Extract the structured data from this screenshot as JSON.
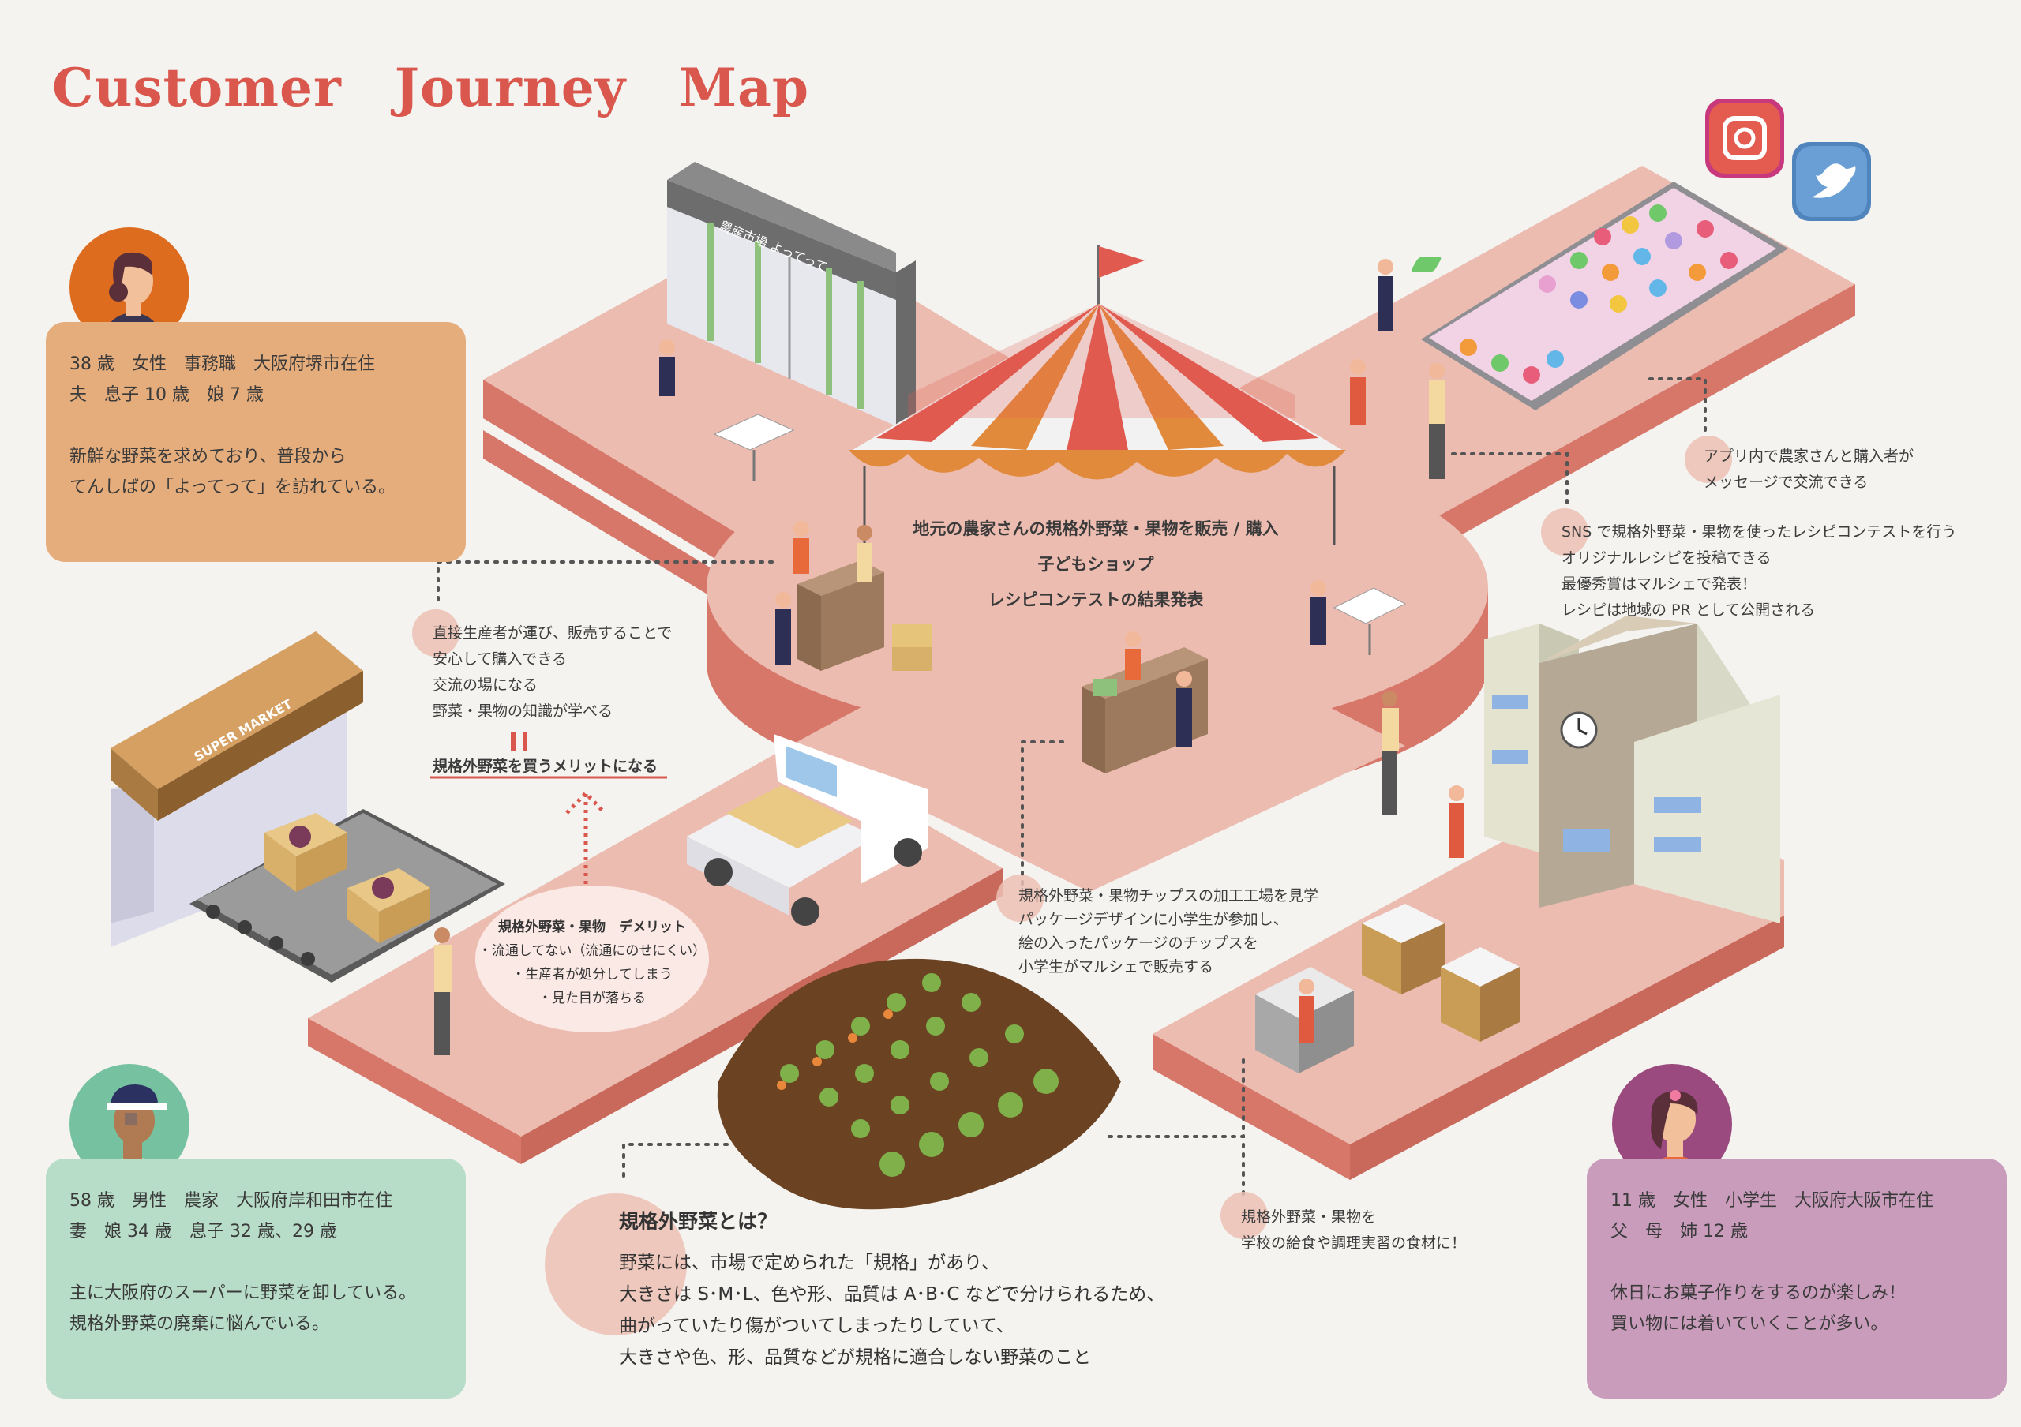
{
  "title": "Customer　Journey　Map",
  "colors": {
    "title": "#d9574c",
    "background": "#f4f3f0",
    "platform": "#ecbcb1",
    "platform_side": "#d6776a",
    "persona1_card": "#e6ad7c",
    "persona2_card": "#b7ddc8",
    "persona3_card": "#c99cbb"
  },
  "personas": [
    {
      "line1": "38 歳　女性　事務職　大阪府堺市在住",
      "line2": "夫　息子 10 歳　娘 7 歳",
      "line3": "新鮮な野菜を求めており、普段から",
      "line4": "てんしばの「よってって」を訪れている。"
    },
    {
      "line1": "58 歳　男性　農家　大阪府岸和田市在住",
      "line2": "妻　娘 34 歳　息子 32 歳、29 歳",
      "line3": "主に大阪府のスーパーに野菜を卸している。",
      "line4": "規格外野菜の廃棄に悩んでいる。"
    },
    {
      "line1": "11 歳　女性　小学生　大阪府大阪市在住",
      "line2": "父　母　姉 12 歳",
      "line3": "休日にお菓子作りをするのが楽しみ！",
      "line4": "買い物には着いていくことが多い。"
    }
  ],
  "store_sign": "農産市場 よってって",
  "supermarket_sign": "SUPER MARKET",
  "center": {
    "line1": "地元の農家さんの規格外野菜・果物を販売 / 購入",
    "line2": "子どもショップ",
    "line3": "レシピコンテストの結果発表"
  },
  "merits": {
    "line1": "直接生産者が運び、販売することで",
    "line2": "安心して購入できる",
    "line3": "交流の場になる",
    "line4": "野菜・果物の知識が学べる",
    "conclusion": "規格外野菜を買うメリットになる"
  },
  "demerits": {
    "heading": "規格外野菜・果物　デメリット",
    "line1": "・流通してない（流通にのせにくい）",
    "line2": "・生産者が処分してしまう",
    "line3": "・見た目が落ちる"
  },
  "app_note": {
    "line1": "アプリ内で農家さんと購入者が",
    "line2": "メッセージで交流できる"
  },
  "sns_note": {
    "line1": "SNS で規格外野菜・果物を使ったレシピコンテストを行う",
    "line2": "オリジナルレシピを投稿できる",
    "line3": "最優秀賞はマルシェで発表！",
    "line4": "レシピは地域の PR として公開される"
  },
  "chips_note": {
    "line1": "規格外野菜・果物チップスの加工工場を見学",
    "line2": "パッケージデザインに小学生が参加し、",
    "line3": "絵の入ったパッケージのチップスを",
    "line4": "小学生がマルシェで販売する"
  },
  "school_note": {
    "line1": "規格外野菜・果物を",
    "line2": "学校の給食や調理実習の食材に！"
  },
  "definition": {
    "heading": "規格外野菜とは？",
    "line1": "野菜には、市場で定められた「規格」があり、",
    "line2": "大きさは S･M･L、色や形、品質は A･B･C などで分けられるため、",
    "line3": "曲がっていたり傷がついてしまったりしていて、",
    "line4": "大きさや色、形、品質などが規格に適合しない野菜のこと"
  },
  "icons": [
    "instagram-icon",
    "twitter-icon",
    "smartphone-icon",
    "clock-icon",
    "flag-icon",
    "arrow-up-icon",
    "equals-icon"
  ]
}
